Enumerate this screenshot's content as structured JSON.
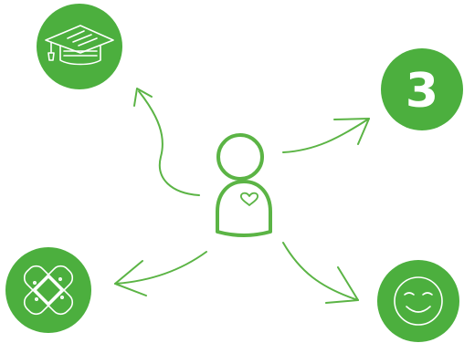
{
  "colors": {
    "accent_green": "#4caf3e",
    "stroke_green": "#5bb445",
    "background": "#ffffff",
    "icon_white": "#ffffff"
  },
  "diagram": {
    "center": {
      "icon": "person-with-heart-icon"
    },
    "nodes": [
      {
        "id": "top-left",
        "icon": "graduation-cap-icon",
        "label": ""
      },
      {
        "id": "top-right",
        "icon": "number-badge-icon",
        "label": "3"
      },
      {
        "id": "bottom-left",
        "icon": "bandage-plaster-icon",
        "label": ""
      },
      {
        "id": "bottom-right",
        "icon": "smiling-face-icon",
        "label": ""
      }
    ],
    "arrows": [
      {
        "from": "center",
        "to": "top-left"
      },
      {
        "from": "center",
        "to": "top-right"
      },
      {
        "from": "center",
        "to": "bottom-left"
      },
      {
        "from": "center",
        "to": "bottom-right"
      }
    ]
  }
}
